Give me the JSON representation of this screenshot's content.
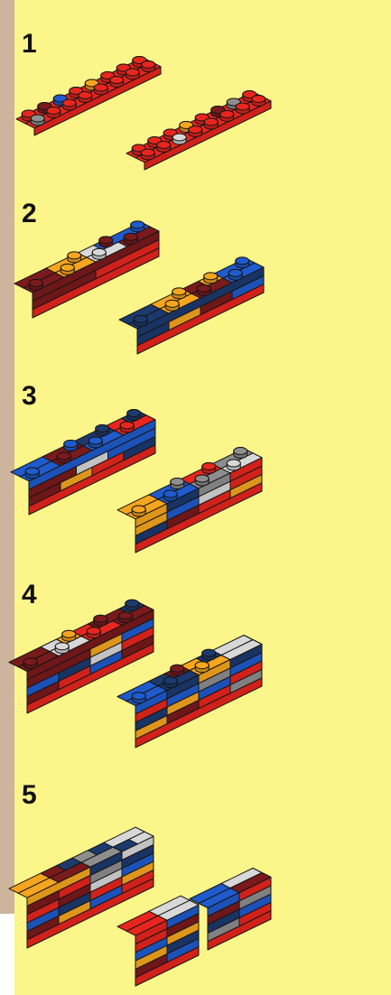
{
  "steps": [
    {
      "label": "1"
    },
    {
      "label": "2"
    },
    {
      "label": "3"
    },
    {
      "label": "4"
    },
    {
      "label": "5"
    }
  ],
  "colors": {
    "background": "#fcf58a",
    "side_margin": "#cdb49c",
    "red": "#e8251e",
    "dark_red": "#7a1a1c",
    "blue": "#1f5bcc",
    "dark_blue": "#1c3a6e",
    "orange": "#f6a51f",
    "light_gray": "#d8d8d8",
    "dark_gray": "#8e8e8e"
  }
}
